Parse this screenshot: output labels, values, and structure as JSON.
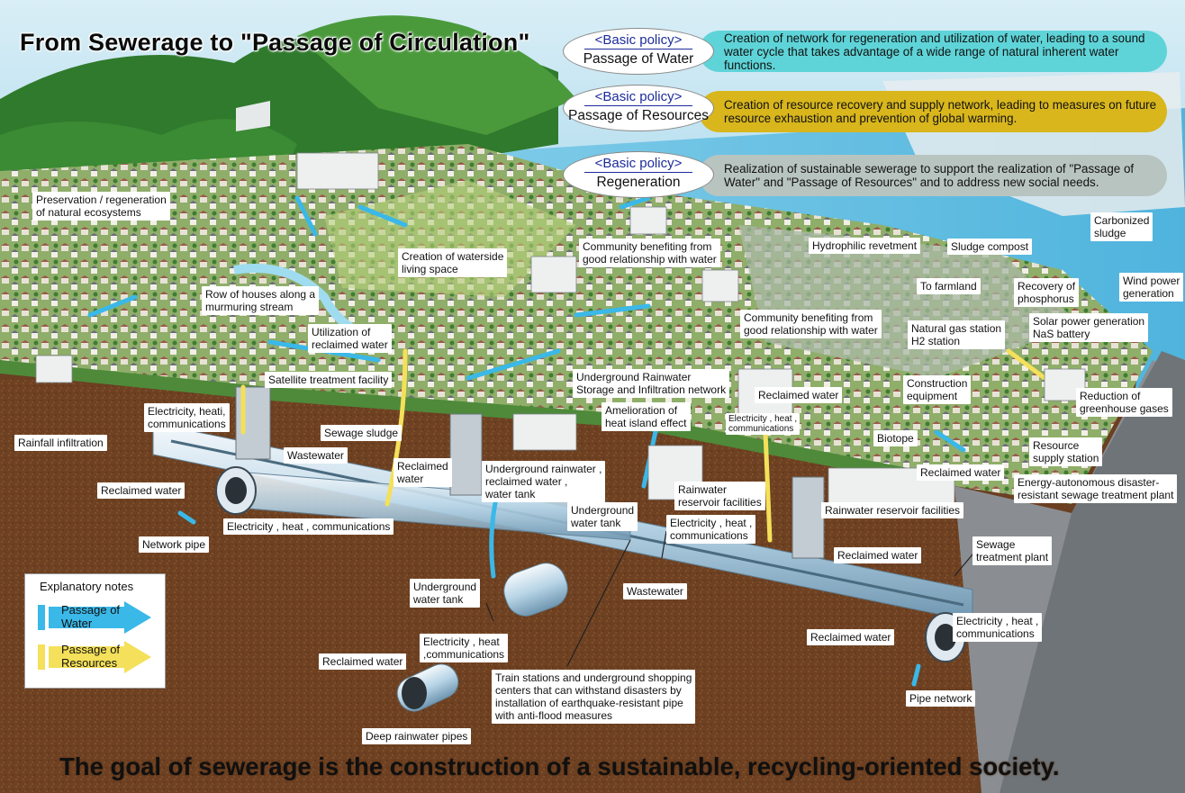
{
  "title": "From Sewerage to \"Passage of Circulation\"",
  "goal": "The goal of sewerage is the construction of a sustainable, recycling-oriented society.",
  "policies": [
    {
      "tag": "<Basic policy>",
      "name": "Passage of Water",
      "description": "Creation of network for regeneration and utilization of water, leading to a sound water cycle that takes advantage of a wide range of natural inherent water functions.",
      "color": "#5fd4d8"
    },
    {
      "tag": "<Basic policy>",
      "name": "Passage of Resources",
      "description": "Creation of resource recovery and supply network, leading to measures on future resource exhaustion and prevention of global warming.",
      "color": "#d8b61c"
    },
    {
      "tag": "<Basic policy>",
      "name": "Regeneration",
      "description": "Realization of sustainable sewerage to support the realization of \"Passage of Water\" and \"Passage of Resources\" and to address new social needs.",
      "color": "#b8c4c0"
    }
  ],
  "labels": {
    "preservation": "Preservation / regeneration\nof natural ecosystems",
    "waterside": "Creation of waterside\nliving space",
    "community1": "Community benefiting from\ngood relationship with water",
    "hydrophilic": "Hydrophilic revetment",
    "sludge_compost": "Sludge compost",
    "carbonized": "Carbonized\nsludge",
    "farmland": "To farmland",
    "phosphorus": "Recovery of\nphosphorus",
    "wind": "Wind power\ngeneration",
    "row_houses": "Row of houses along a\nmurmuring stream",
    "community2": "Community benefiting from\ngood relationship with water",
    "gas_station": "Natural gas station\nH2 station",
    "solar": "Solar power generation\nNaS battery",
    "reclaimed_util": "Utilization of\nreclaimed water",
    "satellite": "Satellite treatment facility",
    "underground_rain": "Underground Rainwater\nStorage and Infiltration network",
    "reclaimed_top": "Reclaimed water",
    "construction": "Construction\nequipment",
    "greenhouse": "Reduction of\ngreenhouse gases",
    "elec_heati": "Electricity, heati,\ncommunications",
    "heat_island": "Amelioration of\nheat island effect",
    "elec_small": "Electricity , heat ,\ncommunications",
    "biotope": "Biotope",
    "resource_supply": "Resource\nsupply station",
    "rain_infiltration": "Rainfall infiltration",
    "sewage_sludge": "Sewage sludge",
    "wastewater1": "Wastewater",
    "reclaimed2": "Reclaimed\nwater",
    "ug_tank1": "Underground rainwater ,\nreclaimed water ,\nwater tank",
    "rain_reservoir": "Rainwater\nreservoir facilities",
    "reclaimed3": "Reclaimed water",
    "energy": "Energy-autonomous disaster-\nresistant sewage treatment plant",
    "reclaimed_left": "Reclaimed water",
    "elec_main": "Electricity , heat , communications",
    "ug_tank2": "Underground\nwater tank",
    "elec_mid": "Electricity , heat ,\ncommunications",
    "rain_reservoir2": "Rainwater reservoir facilities",
    "network_pipe": "Network pipe",
    "sewage_plant": "Sewage\ntreatment plant",
    "reclaimed4": "Reclaimed water",
    "ug_tank3": "Underground\nwater tank",
    "wastewater2": "Wastewater",
    "elec_right": "Electricity , heat ,\ncommunications",
    "reclaimed5": "Reclaimed water",
    "reclaimed6": "Reclaimed water",
    "elec_low": "Electricity , heat\n,communications",
    "train": "Train stations and underground shopping\ncenters that can withstand disasters by\ninstallation of earthquake-resistant pipe\nwith anti-flood measures",
    "pipe_network": "Pipe network",
    "deep_pipes": "Deep rainwater pipes"
  },
  "legend": {
    "heading": "Explanatory notes",
    "water": "Passage of\nWater",
    "resources": "Passage of\nResources",
    "water_color": "#3ab8e8",
    "resources_color": "#f4e05a"
  }
}
